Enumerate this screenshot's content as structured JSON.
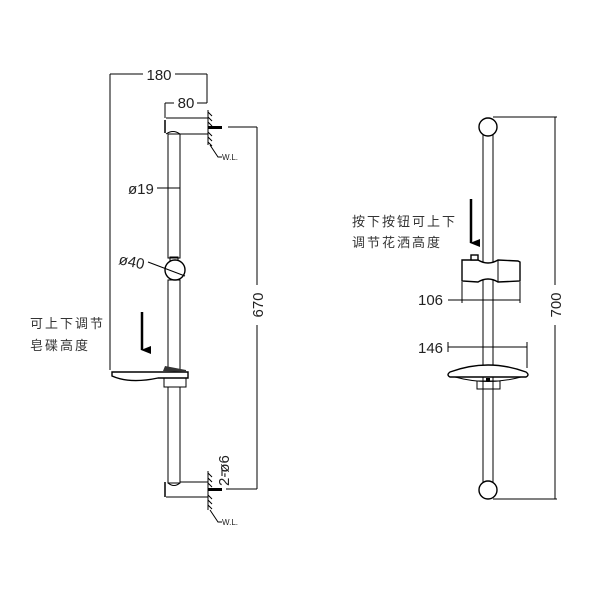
{
  "left_view": {
    "dim_total_width": "180",
    "dim_bracket_depth": "80",
    "dim_pipe_diameter": "ø19",
    "dim_knob_diameter": "ø40",
    "dim_height": "670",
    "dim_screws": "2-ø6",
    "wall_label_top": "W.L.",
    "wall_label_bottom": "W.L.",
    "note_line1": "可上下调节",
    "note_line2": "皂碟高度"
  },
  "right_view": {
    "dim_height": "700",
    "dim_slider_width": "106",
    "dim_dish_width": "146",
    "note_line1": "按下按钮可上下",
    "note_line2": "调节花洒高度"
  }
}
